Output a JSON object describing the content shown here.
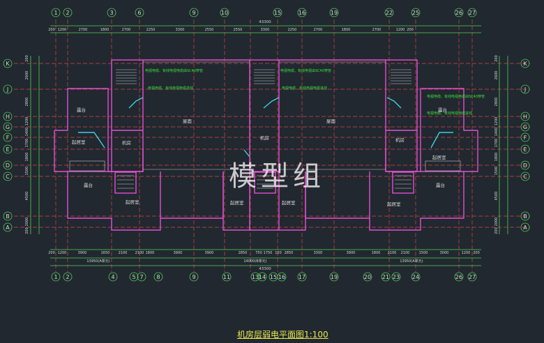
{
  "title": "机房层弱电平面图1:100",
  "watermark": "模型组",
  "colors": {
    "background": "#212830",
    "wall": "#e34fd0",
    "axis": "#e05050",
    "dim": "#4fd24f",
    "text": "#d8d8d8",
    "cable": "#3ad0e0",
    "annotation": "#3ae03a"
  },
  "top_axes": [
    "1",
    "2",
    "3",
    "6",
    "9",
    "10",
    "15",
    "16",
    "19",
    "22",
    "25",
    "26",
    "27"
  ],
  "bottom_axes": [
    "1",
    "2",
    "4",
    "5",
    "7",
    "8",
    "9",
    "11",
    "13",
    "14",
    "15",
    "16",
    "17",
    "19",
    "20",
    "21",
    "23",
    "24",
    "26",
    "27"
  ],
  "side_axes": [
    "K",
    "J",
    "H",
    "G",
    "F",
    "E",
    "D",
    "C",
    "B",
    "A"
  ],
  "top_total": "43300",
  "top_dims": [
    "200",
    "1200",
    "2700",
    "1800",
    "2700",
    "2250",
    "3300",
    "2550",
    "2550",
    "3300",
    "2250",
    "2700",
    "1800",
    "2700",
    "1200",
    "200"
  ],
  "bottom_dims": [
    "200",
    "1200",
    "3900",
    "1650",
    "2100",
    "2100",
    "1800",
    "3900",
    "3900",
    "2850",
    "750",
    "1750",
    "150",
    "2850",
    "3300",
    "3900",
    "1800",
    "2100",
    "2100",
    "1500",
    "3000",
    "1200",
    "200"
  ],
  "bottom_sub": [
    "13950(A单元)",
    "14000(B单元)",
    "13950(A单元)"
  ],
  "bottom_total": "43300",
  "left_dims": [
    "200",
    "2600",
    "2800",
    "1200",
    "1400",
    "1700",
    "1800",
    "1500",
    "4500",
    "2000",
    "200"
  ],
  "rooms": {
    "roof1": "屋面",
    "roof2": "屋面",
    "terrace_l": "露台",
    "terrace_l2": "露台",
    "terrace_r": "露台",
    "terrace_r2": "露台",
    "machine_l": "机房",
    "machine_m": "机房",
    "machine_r": "机房",
    "living_l": "起居室",
    "living_l2": "起居室",
    "living_m1": "起居室",
    "living_m2": "起居室",
    "living_r": "起居室",
    "living_r2": "起居室"
  }
}
